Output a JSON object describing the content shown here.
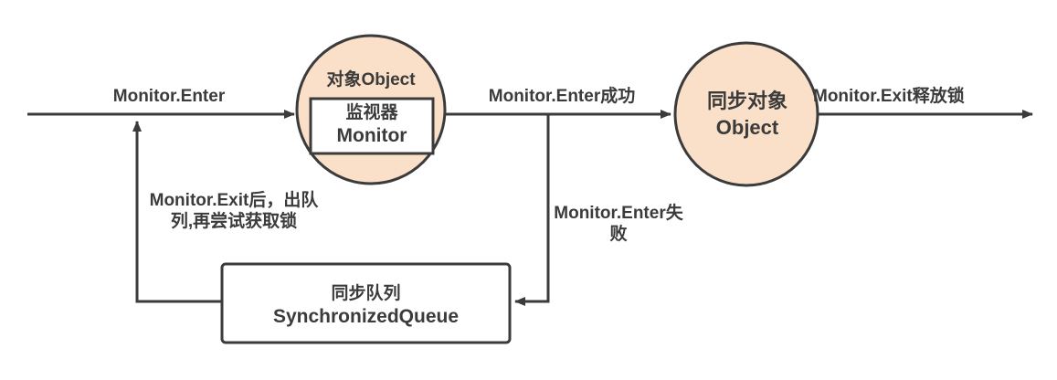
{
  "diagram": {
    "title_present": false,
    "colors": {
      "node_fill": "#fae0c8",
      "node_stroke": "#3b3b3b",
      "box_fill": "#ffffff",
      "text": "#3b3b3b",
      "background": "#ffffff"
    },
    "nodes": {
      "monitor_circle": {
        "object_title": "对象Object",
        "inner_box_cn": "监视器",
        "inner_box_en": "Monitor"
      },
      "sync_object_circle": {
        "line1": "同步对象",
        "line2": "Object"
      },
      "queue_box": {
        "line1": "同步队列",
        "line2": "SynchronizedQueue"
      }
    },
    "edges": {
      "enter": "Monitor.Enter",
      "enter_success": "Monitor.Enter成功",
      "exit_release_lock": "Monitor.Exit释放锁",
      "exit_requeue": "Monitor.Exit后，出队\n列,再尝试获取锁",
      "enter_fail": "Monitor.Enter失\n败"
    }
  }
}
